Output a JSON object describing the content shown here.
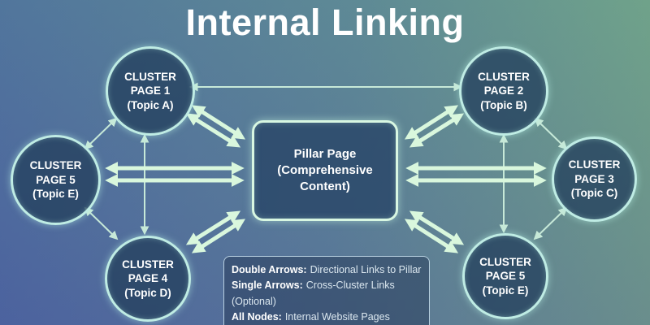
{
  "header": {
    "title": "Internal Linking"
  },
  "colors": {
    "arrow_double": "#d9f7dd",
    "arrow_single": "#c7e9d8",
    "node_border": "#bfece4",
    "node_fill": "#24405e",
    "background_left": "#4b66a0",
    "background_right": "#74a287"
  },
  "nodes": [
    {
      "id": "cluster-page-1",
      "line1": "CLUSTER",
      "line2": "PAGE 1",
      "line3": "(Topic A)"
    },
    {
      "id": "cluster-page-2",
      "line1": "CLUSTER",
      "line2": "PAGE 2",
      "line3": "(Topic B)"
    },
    {
      "id": "cluster-page-5-left",
      "line1": "CLUSTER",
      "line2": "PAGE 5",
      "line3": "(Topic E)"
    },
    {
      "id": "cluster-page-3",
      "line1": "CLUSTER",
      "line2": "PAGE 3",
      "line3": "(Topic C)"
    },
    {
      "id": "cluster-page-4",
      "line1": "CLUSTER",
      "line2": "PAGE 4",
      "line3": "(Topic D)"
    },
    {
      "id": "cluster-page-5-bottom",
      "line1": "CLUSTER",
      "line2": "PAGE 5",
      "line3": "(Topic E)"
    }
  ],
  "pillar": {
    "title": "Pillar Page",
    "subtitle": "(Comprehensive Content)"
  },
  "legend": {
    "items": [
      {
        "label": "Double Arrows:",
        "text": "Directional Links to Pillar"
      },
      {
        "label": "Single Arrows:",
        "text": "Cross-Cluster Links (Optional)"
      },
      {
        "label": "All Nodes:",
        "text": "Internal Website Pages"
      }
    ]
  }
}
